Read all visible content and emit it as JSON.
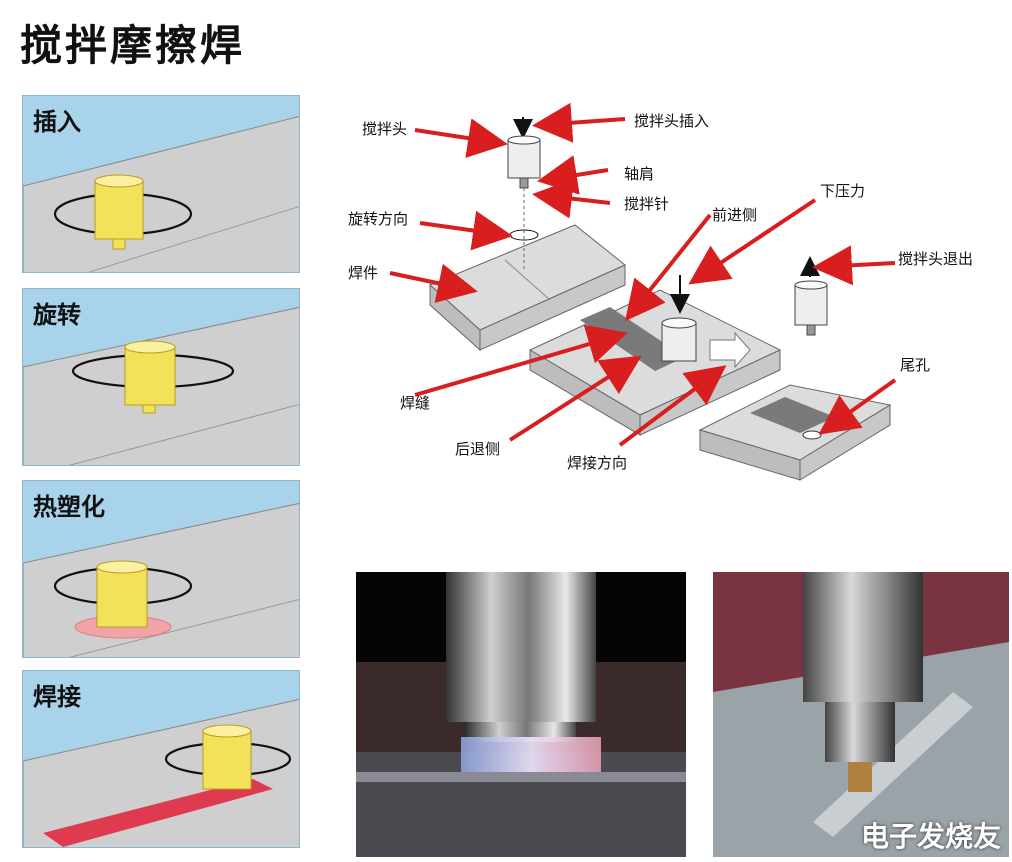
{
  "title": "搅拌摩擦焊",
  "steps": [
    {
      "label": "插入"
    },
    {
      "label": "旋转"
    },
    {
      "label": "热塑化"
    },
    {
      "label": "焊接"
    }
  ],
  "diagram": {
    "labels": {
      "stir_head": "搅拌头",
      "stir_head_in": "搅拌头插入",
      "shoulder": "轴肩",
      "stir_pin": "搅拌针",
      "rotation_direction": "旋转方向",
      "advancing_side": "前进侧",
      "down_force": "下压力",
      "workpiece": "焊件",
      "stir_head_out": "搅拌头退出",
      "weld_seam": "焊缝",
      "exit_hole": "尾孔",
      "retreating_side": "后退侧",
      "welding_direction": "焊接方向"
    }
  },
  "watermark": "电子发烧友",
  "colors": {
    "panel_bg": "#a9d3ea",
    "plate": "#d4d4d4",
    "tool": "#f4e15a",
    "heat": "#f2a3a8",
    "weld": "#e0203a",
    "arrow": "#d81e1e"
  }
}
